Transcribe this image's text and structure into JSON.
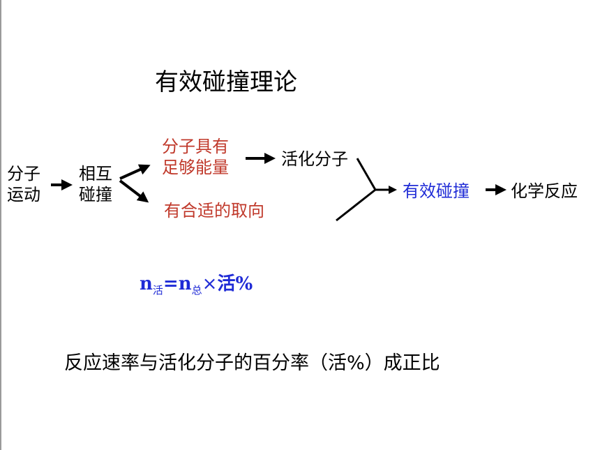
{
  "title": "有效碰撞理论",
  "nodes": {
    "molecule_motion": [
      "分子",
      "运动"
    ],
    "mutual_collision": [
      "相互",
      "碰撞"
    ],
    "enough_energy": [
      "分子具有",
      "足够能量"
    ],
    "proper_orientation": "有合适的取向",
    "activated_molecule": "活化分子",
    "effective_collision": "有效碰撞",
    "chemical_reaction": "化学反应"
  },
  "formula": {
    "n1": "n",
    "sub1": "活",
    "eq": "=",
    "n2": "n",
    "sub2": "总",
    "times": "×",
    "rest": "活%"
  },
  "conclusion": "反应速率与活化分子的百分率（活%）成正比",
  "colors": {
    "red_text": "#c0392b",
    "blue_text": "#1f2bd6",
    "black_text": "#000000"
  }
}
